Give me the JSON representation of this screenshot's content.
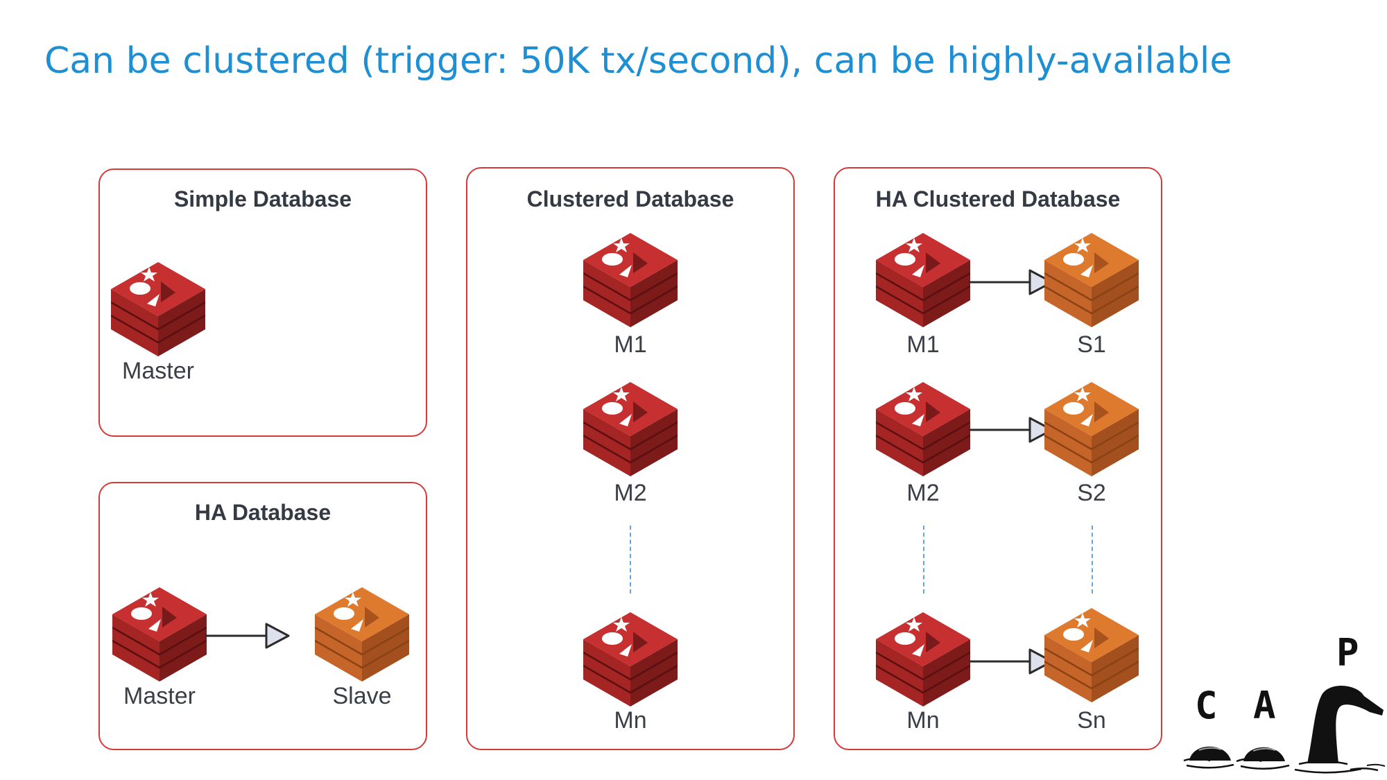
{
  "title": "Can be clustered (trigger: 50K tx/second), can be highly-available",
  "colors": {
    "title": "#1f8fd4",
    "panel_border": "#d23b3b",
    "master_node": "#c63030",
    "slave_node": "#de7a2e",
    "dashed_line": "#6aa3d8"
  },
  "panels": {
    "simple": {
      "title": "Simple Database",
      "nodes": [
        {
          "label": "Master",
          "kind": "master",
          "icon": "redis-stack-icon"
        }
      ]
    },
    "ha": {
      "title": "HA Database",
      "nodes": [
        {
          "label": "Master",
          "kind": "master",
          "icon": "redis-stack-icon"
        },
        {
          "label": "Slave",
          "kind": "slave",
          "icon": "redis-stack-icon"
        }
      ]
    },
    "clustered": {
      "title": "Clustered Database",
      "nodes": [
        {
          "label": "M1",
          "kind": "master",
          "icon": "redis-stack-icon"
        },
        {
          "label": "M2",
          "kind": "master",
          "icon": "redis-stack-icon"
        },
        {
          "label": "Mn",
          "kind": "master",
          "icon": "redis-stack-icon"
        }
      ]
    },
    "ha_clustered": {
      "title": "HA Clustered Database",
      "rows": [
        {
          "master": "M1",
          "slave": "S1"
        },
        {
          "master": "M2",
          "slave": "S2"
        },
        {
          "master": "Mn",
          "slave": "Sn"
        }
      ]
    }
  },
  "cap": {
    "c": "C",
    "a": "A",
    "p": "P",
    "icon": "loch-ness-monster-icon"
  }
}
